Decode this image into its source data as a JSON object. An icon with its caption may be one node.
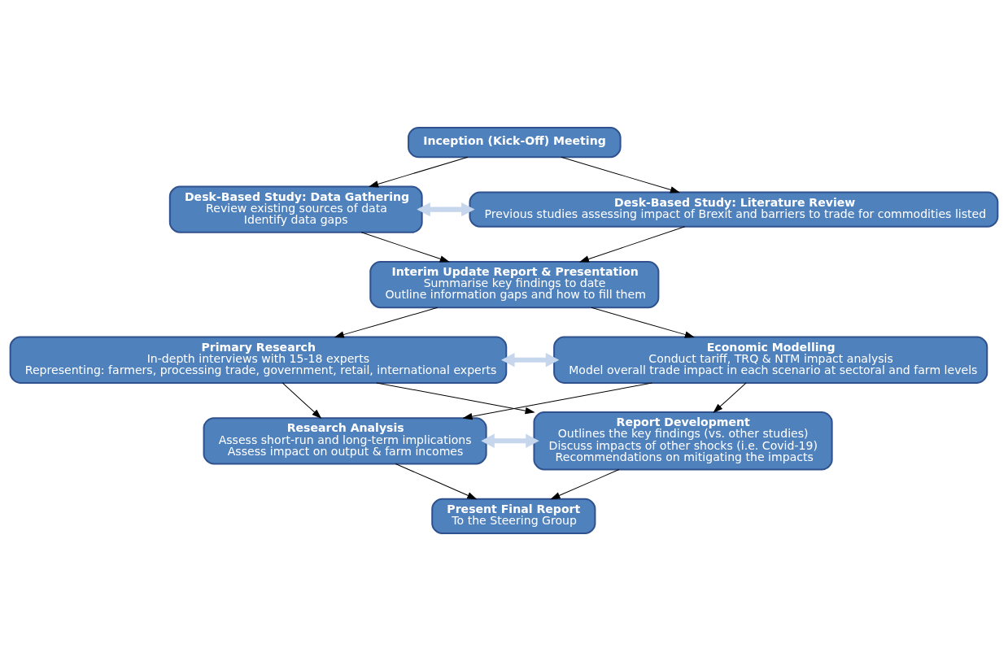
{
  "diagram": {
    "nodes": [
      {
        "text": [
          "Inception (Kick-Off) Meeting"
        ]
      },
      {
        "text": [
          "Desk-Based Study: Data Gathering",
          "Review existing sources of data",
          "Identify data gaps"
        ]
      },
      {
        "text": [
          "Desk-Based Study: Literature Review",
          "Previous studies assessing impact of Brexit and barriers to trade for commodities listed"
        ]
      },
      {
        "text": [
          "Interim Update Report & Presentation",
          "Summarise key findings to date",
          "Outline information gaps and how to fill them"
        ]
      },
      {
        "text": [
          "Primary Research",
          "In-depth interviews with 15-18 experts",
          "Representing: farmers, processing trade, government, retail, international experts"
        ]
      },
      {
        "text": [
          "Economic Modelling",
          "Conduct tariff, TRQ & NTM impact analysis",
          "Model overall trade impact in each scenario at sectoral and farm levels"
        ]
      },
      {
        "text": [
          "Research Analysis",
          "Assess short-run and long-term implications",
          "Assess impact on output & farm incomes"
        ]
      },
      {
        "text": [
          "Report Development",
          "Outlines the key findings (vs. other studies)",
          "Discuss impacts of other shocks (i.e. Covid-19)",
          "Recommendations on mitigating the impacts"
        ]
      },
      {
        "text": [
          "Present Final Report",
          "To the Steering Group"
        ]
      }
    ],
    "edges": [
      {
        "from": 0,
        "to": 1,
        "arrow": "to"
      },
      {
        "from": 0,
        "to": 2,
        "arrow": "to"
      },
      {
        "from": 1,
        "to": 2,
        "arrow": "both",
        "style": "thick",
        "color": "#c6d6ec"
      },
      {
        "from": 1,
        "to": 3,
        "arrow": "to"
      },
      {
        "from": 2,
        "to": 3,
        "arrow": "to"
      },
      {
        "from": 3,
        "to": 4,
        "arrow": "to"
      },
      {
        "from": 3,
        "to": 5,
        "arrow": "to"
      },
      {
        "from": 4,
        "to": 5,
        "arrow": "both",
        "style": "thick",
        "color": "#c6d6ec"
      },
      {
        "from": 4,
        "to": 6,
        "arrow": "to"
      },
      {
        "from": 4,
        "to": 7,
        "arrow": "to"
      },
      {
        "from": 5,
        "to": 6,
        "arrow": "to"
      },
      {
        "from": 5,
        "to": 7,
        "arrow": "to"
      },
      {
        "from": 6,
        "to": 7,
        "arrow": "both",
        "style": "thick",
        "color": "#c6d6ec"
      },
      {
        "from": 6,
        "to": 8,
        "arrow": "to"
      },
      {
        "from": 7,
        "to": 8,
        "arrow": "to"
      }
    ]
  }
}
